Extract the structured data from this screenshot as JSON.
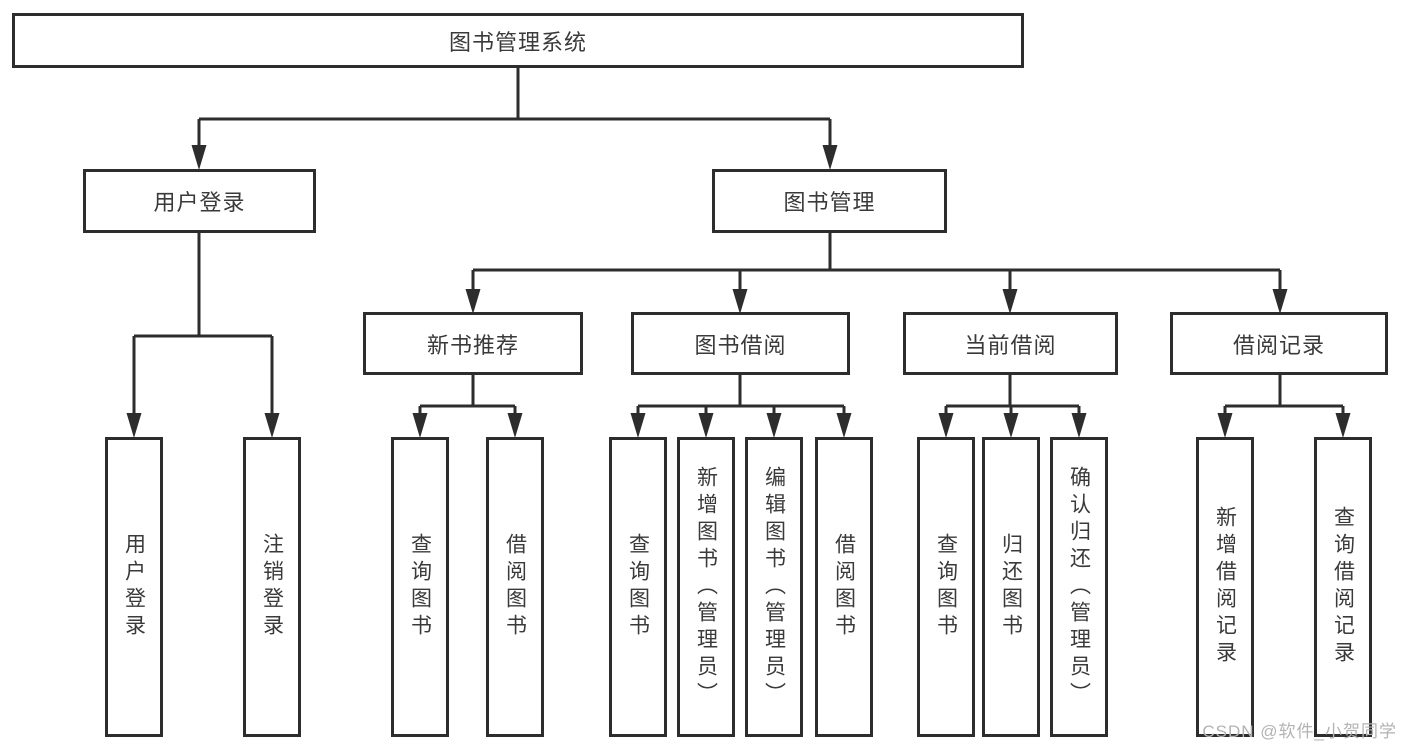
{
  "tree": {
    "root": {
      "label": "图书管理系统"
    },
    "branches": [
      {
        "label": "用户登录",
        "children": [
          {
            "label": "用户登录"
          },
          {
            "label": "注销登录"
          }
        ]
      },
      {
        "label": "图书管理",
        "children": [
          {
            "label": "新书推荐",
            "children": [
              {
                "label": "查询图书"
              },
              {
                "label": "借阅图书"
              }
            ]
          },
          {
            "label": "图书借阅",
            "children": [
              {
                "label": "查询图书"
              },
              {
                "label": "新增图书（管理员）"
              },
              {
                "label": "编辑图书（管理员）"
              },
              {
                "label": "借阅图书"
              }
            ]
          },
          {
            "label": "当前借阅",
            "children": [
              {
                "label": "查询图书"
              },
              {
                "label": "归还图书"
              },
              {
                "label": "确认归还（管理员）"
              }
            ]
          },
          {
            "label": "借阅记录",
            "children": [
              {
                "label": "新增借阅记录"
              },
              {
                "label": "查询借阅记录"
              }
            ]
          }
        ]
      }
    ]
  },
  "watermark": "CSDN @软件_小贺同学",
  "colors": {
    "line": "#2d2d2d",
    "box_border": "#2d2d2d",
    "text": "#3a3a3a",
    "background": "#ffffff",
    "watermark": "#b3b3b3"
  }
}
